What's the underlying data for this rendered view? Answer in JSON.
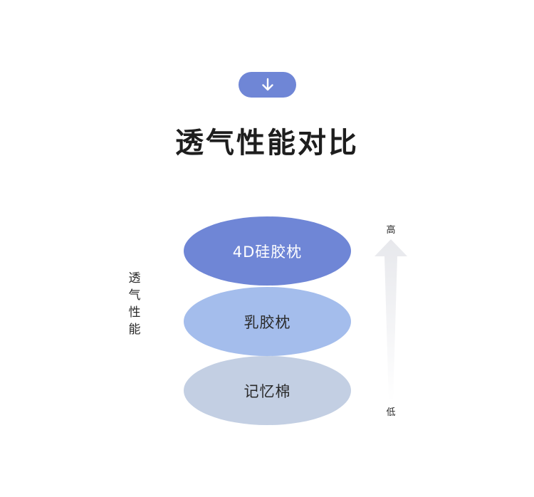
{
  "header": {
    "arrow_icon": "arrow-down-icon",
    "title": "透气性能对比"
  },
  "axis": {
    "label": "透气性能",
    "high": "高",
    "low": "低"
  },
  "levels": [
    {
      "label": "4D硅胶枕",
      "color": "#6f86d6"
    },
    {
      "label": "乳胶枕",
      "color": "#a4bdec"
    },
    {
      "label": "记忆棉",
      "color": "#c3cfe3"
    }
  ],
  "colors": {
    "accent": "#6f86d6",
    "title_text": "#1e1e1e"
  }
}
